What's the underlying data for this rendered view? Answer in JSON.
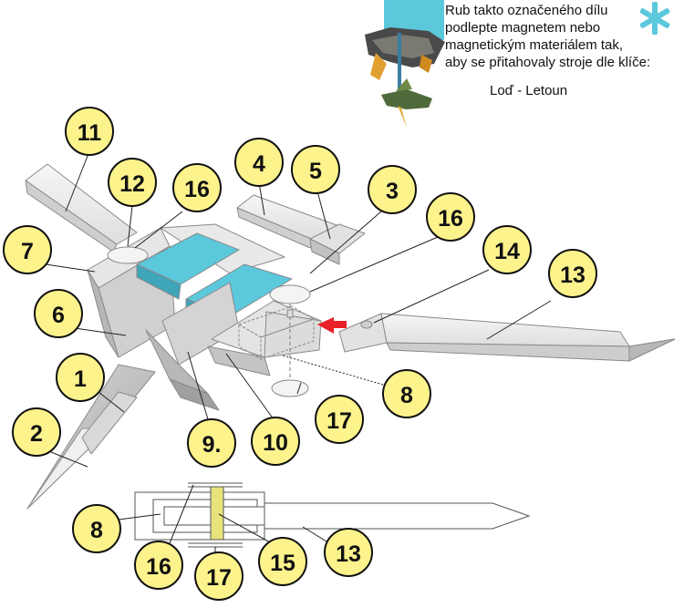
{
  "note": {
    "lines": [
      "Rub takto označeného dílu",
      "podlepte magnetem nebo",
      "magnetickým materiálem tak,",
      "aby se přitahovaly stroje dle klíče:"
    ],
    "key": "Loď - Letoun",
    "marker_color": "#5bc8dc"
  },
  "callouts": [
    {
      "id": "c11",
      "label": "11"
    },
    {
      "id": "c12",
      "label": "12"
    },
    {
      "id": "c16a",
      "label": "16"
    },
    {
      "id": "c4",
      "label": "4"
    },
    {
      "id": "c5",
      "label": "5"
    },
    {
      "id": "c3",
      "label": "3"
    },
    {
      "id": "c16b",
      "label": "16"
    },
    {
      "id": "c14",
      "label": "14"
    },
    {
      "id": "c13a",
      "label": "13"
    },
    {
      "id": "c7",
      "label": "7"
    },
    {
      "id": "c6",
      "label": "6"
    },
    {
      "id": "c1",
      "label": "1"
    },
    {
      "id": "c2",
      "label": "2"
    },
    {
      "id": "c9",
      "label": "9."
    },
    {
      "id": "c10",
      "label": "10"
    },
    {
      "id": "c17a",
      "label": "17"
    },
    {
      "id": "c8a",
      "label": "8"
    },
    {
      "id": "c8b",
      "label": "8"
    },
    {
      "id": "c16c",
      "label": "16"
    },
    {
      "id": "c17b",
      "label": "17"
    },
    {
      "id": "c15",
      "label": "15"
    },
    {
      "id": "c13b",
      "label": "13"
    }
  ],
  "colors": {
    "callout_fill": "#fdf38c",
    "panel_light": "#ececec",
    "panel_mid": "#d6d6d6",
    "panel_dark": "#bdbdbd",
    "cockpit": "#5bc8dc",
    "arrow": "#e8202a",
    "magnet": "#e8e27a"
  }
}
